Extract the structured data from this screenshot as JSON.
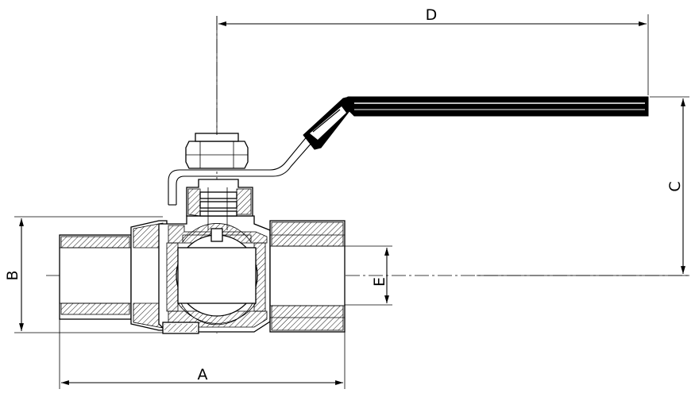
{
  "dimensions": {
    "a": "A",
    "b": "B",
    "c": "C",
    "d": "D",
    "e": "E"
  },
  "colors": {
    "line": "#000000",
    "background": "#ffffff",
    "handle": "#000000"
  }
}
